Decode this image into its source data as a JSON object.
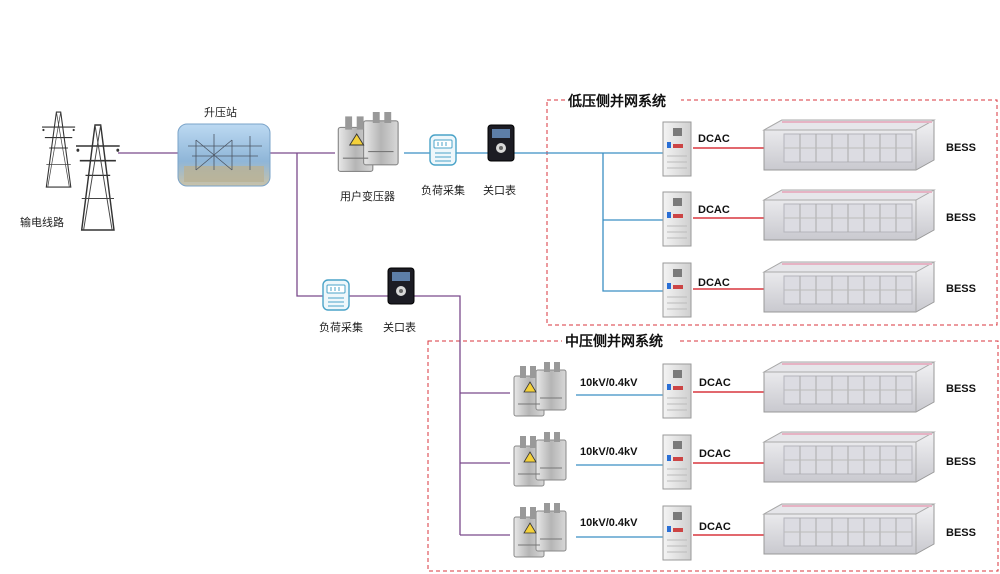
{
  "labels": {
    "transmission_line": "输电线路",
    "substation": "升压站",
    "user_transformer": "用户变压器",
    "load_collector_top": "负荷采集",
    "gateway_meter_top": "关口表",
    "load_collector_bottom": "负荷采集",
    "gateway_meter_bottom": "关口表"
  },
  "low_voltage_group": {
    "title": "低压侧并网系统",
    "rows": [
      {
        "pcs": "DCAC",
        "storage": "BESS"
      },
      {
        "pcs": "DCAC",
        "storage": "BESS"
      },
      {
        "pcs": "DCAC",
        "storage": "BESS"
      }
    ]
  },
  "medium_voltage_group": {
    "title": "中压侧并网系统",
    "rows": [
      {
        "transformer": "10kV/0.4kV",
        "pcs": "DCAC",
        "storage": "BESS"
      },
      {
        "transformer": "10kV/0.4kV",
        "pcs": "DCAC",
        "storage": "BESS"
      },
      {
        "transformer": "10kV/0.4kV",
        "pcs": "DCAC",
        "storage": "BESS"
      }
    ]
  },
  "colors": {
    "ac_line": "#7b4a8c",
    "lv_line": "#3b8fc4",
    "dc_line": "#d9363e",
    "group_border": "#d9363e"
  }
}
